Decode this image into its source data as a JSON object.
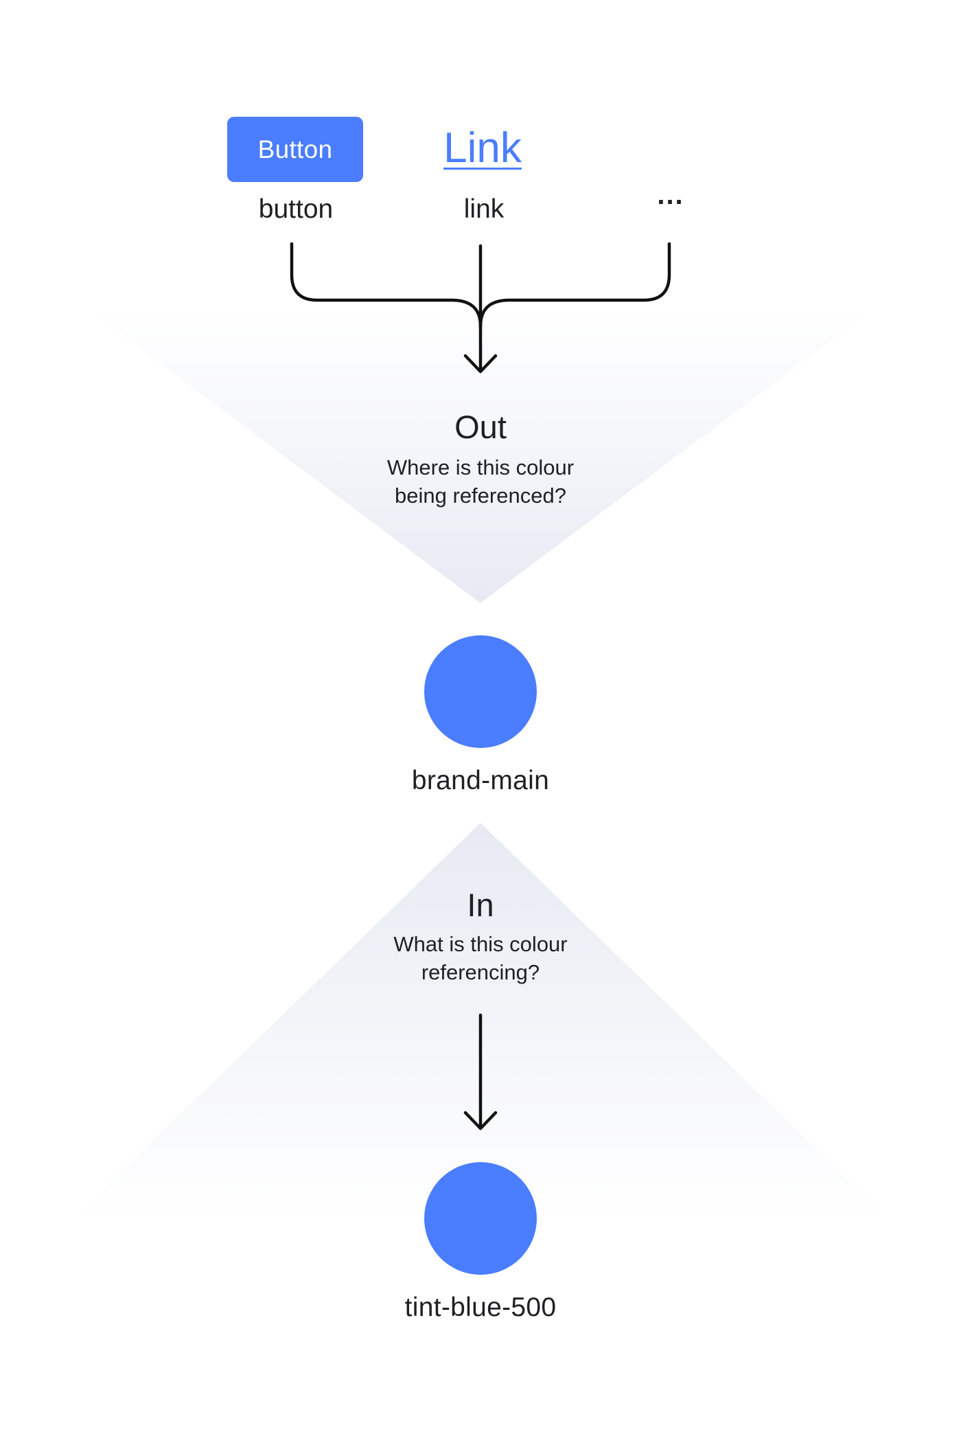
{
  "components": {
    "button_sample_label": "Button",
    "link_sample_label": "Link",
    "button_name": "button",
    "link_name": "link",
    "more_name": "..."
  },
  "out_section": {
    "title": "Out",
    "description_line1": "Where is this colour",
    "description_line2": "being referenced?"
  },
  "in_section": {
    "title": "In",
    "description_line1": "What is this colour",
    "description_line2": "referencing?"
  },
  "tokens": {
    "main": {
      "name": "brand-main",
      "color": "#4a7dff"
    },
    "referenced": {
      "name": "tint-blue-500",
      "color": "#4a7dff"
    }
  },
  "colors": {
    "accent": "#4a7dff",
    "gradient_tint": "#e7eaf3",
    "line": "#111111",
    "text": "#1f1f24"
  },
  "icons": {
    "merge_connector": "bracket-merge-icon",
    "out_arrow": "arrow-down-icon",
    "in_arrow": "arrow-down-icon"
  }
}
